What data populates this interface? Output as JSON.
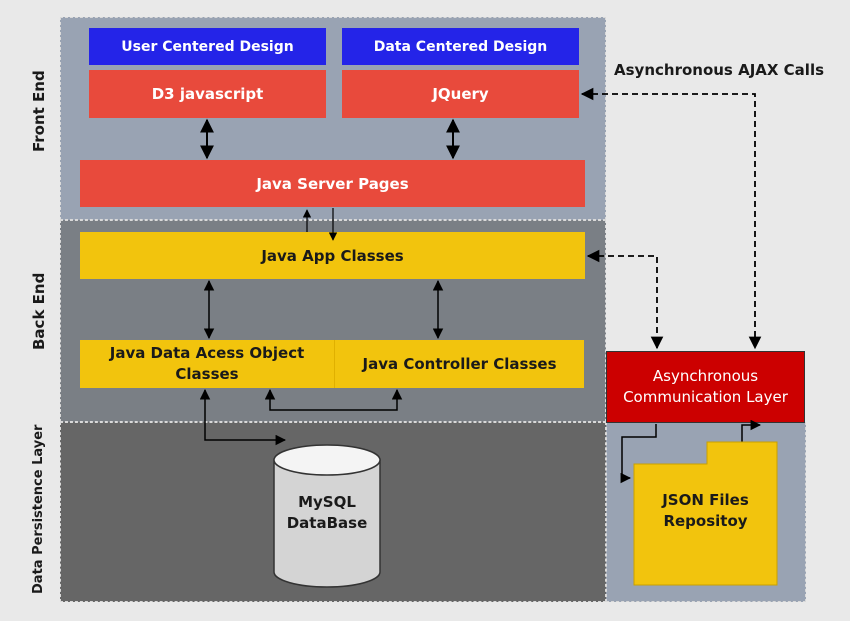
{
  "labels": {
    "front_end": "Front End",
    "back_end": "Back End",
    "data_persistence": "Data Persistence Layer",
    "ajax": "Asynchronous AJAX Calls"
  },
  "front_end": {
    "user_centered": "User Centered Design",
    "data_centered": "Data Centered Design",
    "d3": "D3 javascript",
    "jquery": "JQuery",
    "jsp": "Java Server Pages"
  },
  "back_end": {
    "app_classes": "Java App Classes",
    "dao_classes": "Java Data Acess Object\nClasses",
    "controller_classes": "Java Controller Classes"
  },
  "async": {
    "layer": "Asynchronous\nCommunication Layer"
  },
  "persistence": {
    "mysql": "MySQL\nDataBase",
    "json_repo": "JSON Files\nRepositoy"
  },
  "colors": {
    "front_end_bg": "#99a3b3",
    "back_end_bg": "#7a7f85",
    "persistence_bg": "#666666",
    "blue_box": "#2424e8",
    "red_box": "#e84a3c",
    "yellow_box": "#f2c40d",
    "async_box": "#cc0000"
  }
}
